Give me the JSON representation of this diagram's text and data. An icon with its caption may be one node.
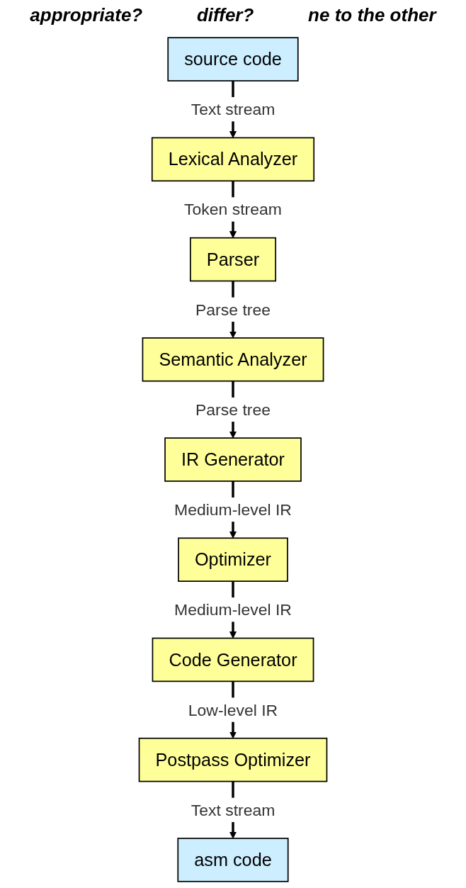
{
  "diagram": {
    "nodes": [
      {
        "text": [
          "source code"
        ]
      },
      {
        "text": [
          "Lexical Analyzer"
        ]
      },
      {
        "text": [
          "Parser"
        ]
      },
      {
        "text": [
          "Semantic Analyzer"
        ]
      },
      {
        "text": [
          "IR Generator"
        ]
      },
      {
        "text": [
          "Optimizer"
        ]
      },
      {
        "text": [
          "Code Generator"
        ]
      },
      {
        "text": [
          "Postpass Optimizer"
        ]
      },
      {
        "text": [
          "asm code"
        ]
      }
    ],
    "edges": [
      {
        "from": 0,
        "to": 1,
        "arrow": "to",
        "label": "Text stream"
      },
      {
        "from": 1,
        "to": 2,
        "arrow": "to",
        "label": "Token stream"
      },
      {
        "from": 2,
        "to": 3,
        "arrow": "to",
        "label": "Parse tree"
      },
      {
        "from": 3,
        "to": 4,
        "arrow": "to",
        "label": "Parse tree"
      },
      {
        "from": 4,
        "to": 5,
        "arrow": "to",
        "label": "Medium-level IR"
      },
      {
        "from": 5,
        "to": 6,
        "arrow": "to",
        "label": "Medium-level IR"
      },
      {
        "from": 6,
        "to": 7,
        "arrow": "to",
        "label": "Low-level IR"
      },
      {
        "from": 7,
        "to": 8,
        "arrow": "to",
        "label": "Text stream"
      }
    ],
    "labels": [
      "appropriate?",
      "differ?",
      "ne to the other"
    ]
  }
}
